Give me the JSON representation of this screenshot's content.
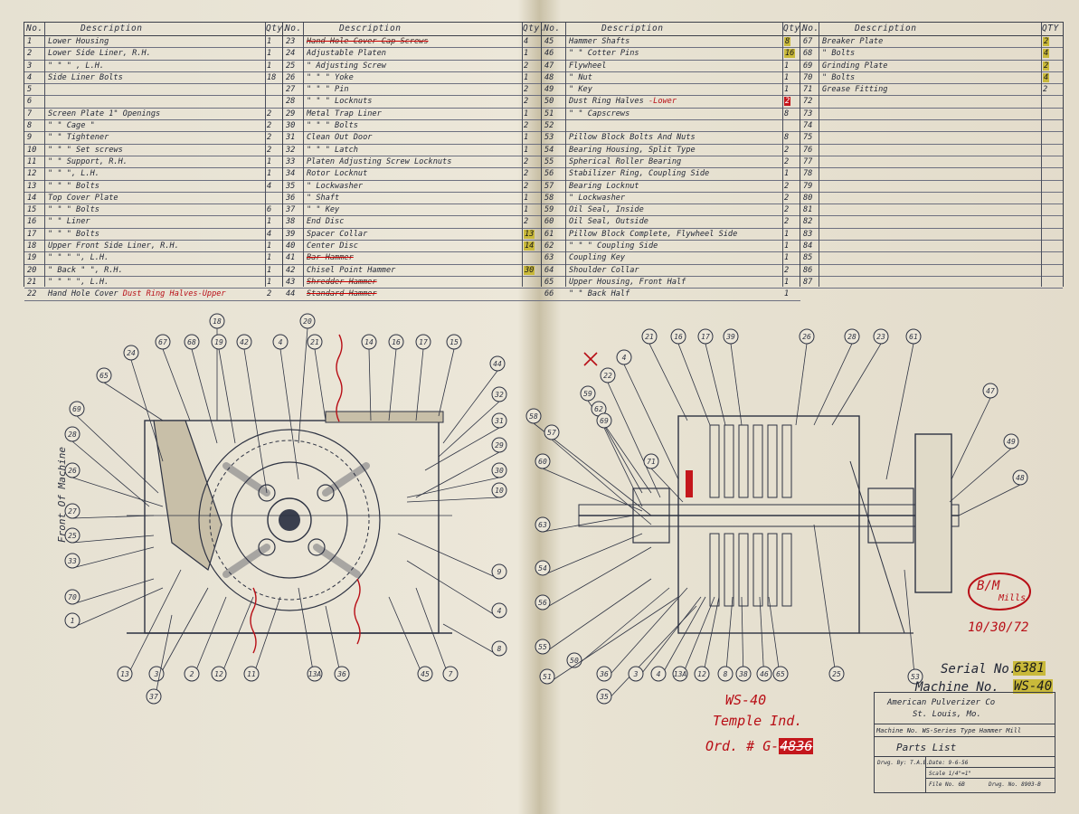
{
  "headers": {
    "no": "No.",
    "description": "Description",
    "qty": "Qty.",
    "qty2": "QTY"
  },
  "col1": [
    {
      "no": "1",
      "desc": "Lower Housing",
      "qty": "1"
    },
    {
      "no": "2",
      "desc": "Lower Side Liner, R.H.",
      "qty": "1"
    },
    {
      "no": "3",
      "desc": "\"     \"     \"     , L.H.",
      "qty": "1"
    },
    {
      "no": "4",
      "desc": "Side Liner Bolts",
      "qty": "18"
    },
    {
      "no": "5",
      "desc": "",
      "qty": ""
    },
    {
      "no": "6",
      "desc": "",
      "qty": ""
    },
    {
      "no": "7",
      "desc": "Screen Plate 1\" Openings",
      "qty": "2"
    },
    {
      "no": "8",
      "desc": "\"     \" Cage \"",
      "qty": "2"
    },
    {
      "no": "9",
      "desc": "\"     \" Tightener",
      "qty": "2"
    },
    {
      "no": "10",
      "desc": "\"     \"     \" Set screws",
      "qty": "2"
    },
    {
      "no": "11",
      "desc": "\"     \" Support, R.H.",
      "qty": "1"
    },
    {
      "no": "12",
      "desc": "\"     \"     \", L.H.",
      "qty": "1"
    },
    {
      "no": "13",
      "desc": "\"     \"     \" Bolts",
      "qty": "4"
    },
    {
      "no": "14",
      "desc": "Top Cover Plate",
      "qty": ""
    },
    {
      "no": "15",
      "desc": "\"   \"   \" Bolts",
      "qty": "6"
    },
    {
      "no": "16",
      "desc": "\"   \"   Liner",
      "qty": "1"
    },
    {
      "no": "17",
      "desc": "\"   \"   \"   Bolts",
      "qty": "4"
    },
    {
      "no": "18",
      "desc": "Upper Front Side Liner, R.H.",
      "qty": "1"
    },
    {
      "no": "19",
      "desc": "\"   \"   \"   \", L.H.",
      "qty": "1"
    },
    {
      "no": "20",
      "desc": "\"   Back \"   \", R.H.",
      "qty": "1"
    },
    {
      "no": "21",
      "desc": "\"   \"   \"   \", L.H.",
      "qty": "1"
    },
    {
      "no": "22",
      "desc": "Hand Hole Cover",
      "desc_red": "Dust Ring Halves-Upper",
      "qty": "2"
    }
  ],
  "col2": [
    {
      "no": "23",
      "desc": "Hand Hole Cover Cap Screws",
      "qty": "4",
      "struck": true
    },
    {
      "no": "24",
      "desc": "Adjustable Platen",
      "qty": "1"
    },
    {
      "no": "25",
      "desc": "\"   Adjusting Screw",
      "qty": "2"
    },
    {
      "no": "26",
      "desc": "\"   \"   \" Yoke",
      "qty": "1"
    },
    {
      "no": "27",
      "desc": "\"   \"   \" Pin",
      "qty": "2"
    },
    {
      "no": "28",
      "desc": "\"   \"   \" Locknuts",
      "qty": "2"
    },
    {
      "no": "29",
      "desc": "Metal Trap Liner",
      "qty": "1"
    },
    {
      "no": "30",
      "desc": "\"   \"   \" Bolts",
      "qty": "2"
    },
    {
      "no": "31",
      "desc": "Clean Out Door",
      "qty": "1"
    },
    {
      "no": "32",
      "desc": "\"   \"   \" Latch",
      "qty": "1"
    },
    {
      "no": "33",
      "desc": "Platen Adjusting Screw Locknuts",
      "qty": "2"
    },
    {
      "no": "34",
      "desc": "Rotor Locknut",
      "qty": "2"
    },
    {
      "no": "35",
      "desc": "\" Lockwasher",
      "qty": "2"
    },
    {
      "no": "36",
      "desc": "\" Shaft",
      "qty": "1"
    },
    {
      "no": "37",
      "desc": "\"   \" Key",
      "qty": "1"
    },
    {
      "no": "38",
      "desc": "End Disc",
      "qty": "2"
    },
    {
      "no": "39",
      "desc": "Spacer Collar",
      "qty": "13",
      "hl": true
    },
    {
      "no": "40",
      "desc": "Center Disc",
      "qty": "14",
      "hl": true
    },
    {
      "no": "41",
      "desc": "Bar Hammer",
      "qty": "",
      "struck": true
    },
    {
      "no": "42",
      "desc": "Chisel Point Hammer",
      "qty": "30",
      "hl": true
    },
    {
      "no": "43",
      "desc": "Shredder Hammer",
      "qty": "",
      "struck": true
    },
    {
      "no": "44",
      "desc": "Standard Hammer",
      "qty": "",
      "struck": true
    }
  ],
  "col3": [
    {
      "no": "45",
      "desc": "Hammer Shafts",
      "qty": "8",
      "hl": true
    },
    {
      "no": "46",
      "desc": "\"   \" Cotter Pins",
      "qty": "16",
      "hl": true
    },
    {
      "no": "47",
      "desc": "Flywheel",
      "qty": "1"
    },
    {
      "no": "48",
      "desc": "\" Nut",
      "qty": "1"
    },
    {
      "no": "49",
      "desc": "\" Key",
      "qty": "1"
    },
    {
      "no": "50",
      "desc": "Dust Ring Halves",
      "desc_red": "-Lower",
      "qty": "2",
      "hlred": true
    },
    {
      "no": "51",
      "desc": "\"   \" Capscrews",
      "qty": "8"
    },
    {
      "no": "52",
      "desc": "",
      "qty": ""
    },
    {
      "no": "53",
      "desc": "Pillow Block Bolts And Nuts",
      "qty": "8"
    },
    {
      "no": "54",
      "desc": "Bearing Housing, Split Type",
      "qty": "2"
    },
    {
      "no": "55",
      "desc": "Spherical Roller Bearing",
      "qty": "2"
    },
    {
      "no": "56",
      "desc": "Stabilizer Ring, Coupling Side",
      "qty": "1"
    },
    {
      "no": "57",
      "desc": "Bearing Locknut",
      "qty": "2"
    },
    {
      "no": "58",
      "desc": "\" Lockwasher",
      "qty": "2"
    },
    {
      "no": "59",
      "desc": "Oil Seal, Inside",
      "qty": "2"
    },
    {
      "no": "60",
      "desc": "Oil Seal, Outside",
      "qty": "2"
    },
    {
      "no": "61",
      "desc": "Pillow Block Complete, Flywheel Side",
      "qty": "1"
    },
    {
      "no": "62",
      "desc": "\"   \"   \" Coupling Side",
      "qty": "1"
    },
    {
      "no": "63",
      "desc": "Coupling Key",
      "qty": "1"
    },
    {
      "no": "64",
      "desc": "Shoulder Collar",
      "qty": "2"
    },
    {
      "no": "65",
      "desc": "Upper Housing, Front Half",
      "qty": "1"
    },
    {
      "no": "66",
      "desc": "\"   \" Back Half",
      "qty": "1"
    }
  ],
  "col4": [
    {
      "no": "67",
      "desc": "Breaker Plate",
      "qty": "2",
      "hl": true
    },
    {
      "no": "68",
      "desc": "\" Bolts",
      "qty": "4",
      "hl": true
    },
    {
      "no": "69",
      "desc": "Grinding Plate",
      "qty": "2",
      "hl": true
    },
    {
      "no": "70",
      "desc": "\" Bolts",
      "qty": "4",
      "hl": true
    },
    {
      "no": "71",
      "desc": "Grease Fitting",
      "qty": "2"
    },
    {
      "no": "72",
      "desc": "",
      "qty": ""
    },
    {
      "no": "73",
      "desc": "",
      "qty": ""
    },
    {
      "no": "74",
      "desc": "",
      "qty": ""
    },
    {
      "no": "75",
      "desc": "",
      "qty": ""
    },
    {
      "no": "76",
      "desc": "",
      "qty": ""
    },
    {
      "no": "77",
      "desc": "",
      "qty": ""
    },
    {
      "no": "78",
      "desc": "",
      "qty": ""
    },
    {
      "no": "79",
      "desc": "",
      "qty": ""
    },
    {
      "no": "80",
      "desc": "",
      "qty": ""
    },
    {
      "no": "81",
      "desc": "",
      "qty": ""
    },
    {
      "no": "82",
      "desc": "",
      "qty": ""
    },
    {
      "no": "83",
      "desc": "",
      "qty": ""
    },
    {
      "no": "84",
      "desc": "",
      "qty": ""
    },
    {
      "no": "85",
      "desc": "",
      "qty": ""
    },
    {
      "no": "86",
      "desc": "",
      "qty": ""
    },
    {
      "no": "87",
      "desc": "",
      "qty": ""
    }
  ],
  "side_label": "Front Of Machine",
  "serial_label": "Serial No.",
  "serial_value": "6381",
  "machine_label": "Machine No.",
  "machine_value": "WS-40",
  "stamp_initials": "B/M",
  "stamp_word": "Mills",
  "stamp_date": "10/30/72",
  "handwritten": {
    "line1": "WS-40",
    "line2": "Temple Ind.",
    "line3": "Ord. # G-",
    "line3_struck": "4836"
  },
  "title_block": {
    "company": "American Pulverizer Co",
    "city": "St. Louis, Mo.",
    "machine": "Machine No. WS-Series Type Hammer Mill",
    "title": "Parts List",
    "drawn": "Drwg. By: T.A.B.",
    "date": "Date: 9-6-56",
    "scale": "Scale 1/4\"=1\"",
    "file": "File No. 6B",
    "dwg": "Drwg. No. 8903-B"
  },
  "callouts_left": [
    "18",
    "20",
    "24",
    "67",
    "68",
    "19",
    "42",
    "4",
    "21",
    "14",
    "16",
    "17",
    "15",
    "65",
    "44",
    "32",
    "69",
    "31",
    "28",
    "29",
    "26",
    "30",
    "10",
    "27",
    "25",
    "33",
    "70",
    "1",
    "9",
    "4",
    "13",
    "3",
    "2",
    "12",
    "11",
    "13A",
    "36",
    "45",
    "7",
    "8",
    "37"
  ],
  "callouts_right": [
    "21",
    "16",
    "17",
    "39",
    "26",
    "28",
    "23",
    "61",
    "22",
    "4",
    "59",
    "62",
    "69",
    "58",
    "57",
    "71",
    "60",
    "47",
    "49",
    "48",
    "63",
    "54",
    "56",
    "55",
    "50",
    "51",
    "36",
    "35",
    "3",
    "4",
    "13A",
    "12",
    "8",
    "38",
    "46",
    "65",
    "25",
    "53"
  ]
}
